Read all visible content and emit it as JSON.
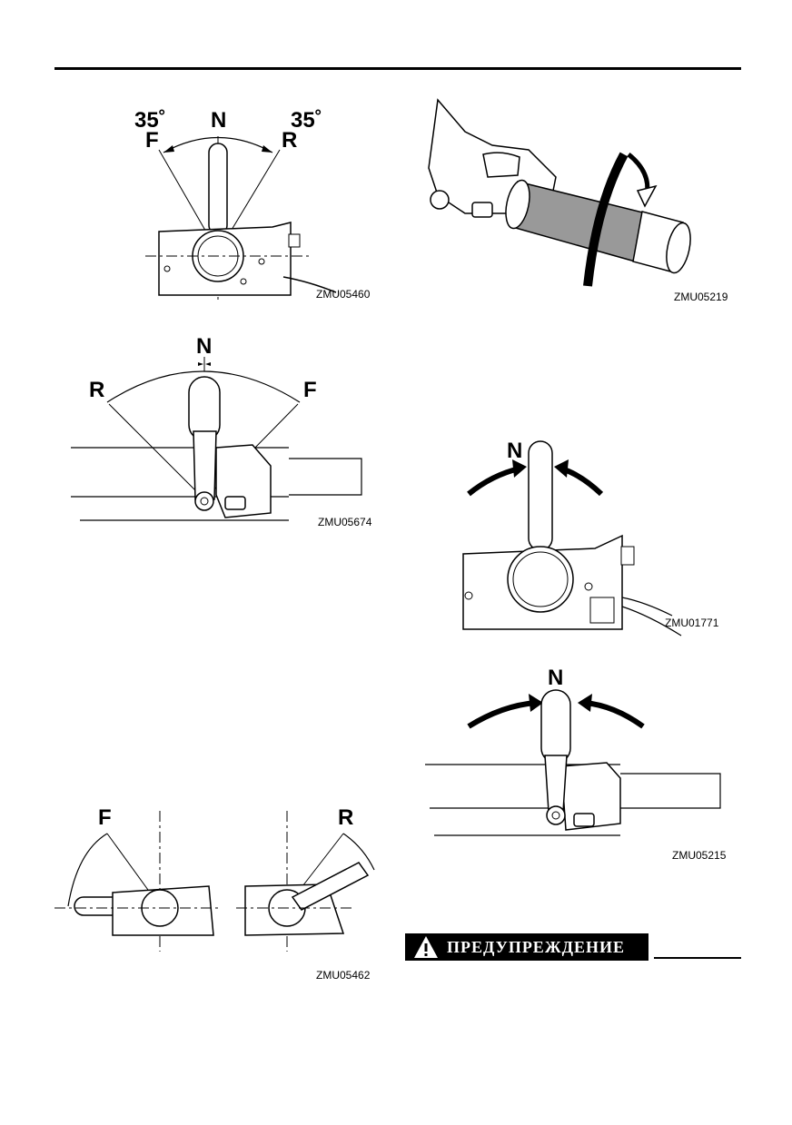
{
  "figures": {
    "top_left": {
      "code": "ZMU05460",
      "label_n": "N",
      "label_f": "F",
      "label_r": "R",
      "angle_left": "35˚",
      "angle_right": "35˚"
    },
    "top_right": {
      "code": "ZMU05219"
    },
    "mid_left": {
      "code": "ZMU05674",
      "label_n": "N",
      "label_r": "R",
      "label_f": "F"
    },
    "mid_right": {
      "code": "ZMU01771",
      "label_n": "N"
    },
    "bottom_left": {
      "code": "ZMU05462",
      "label_f": "F",
      "label_r": "R"
    },
    "bottom_right": {
      "code": "ZMU05215",
      "label_n": "N"
    }
  },
  "warning": {
    "label": "ПРЕДУПРЕЖДЕНИЕ",
    "icon": "warning-triangle-icon"
  }
}
